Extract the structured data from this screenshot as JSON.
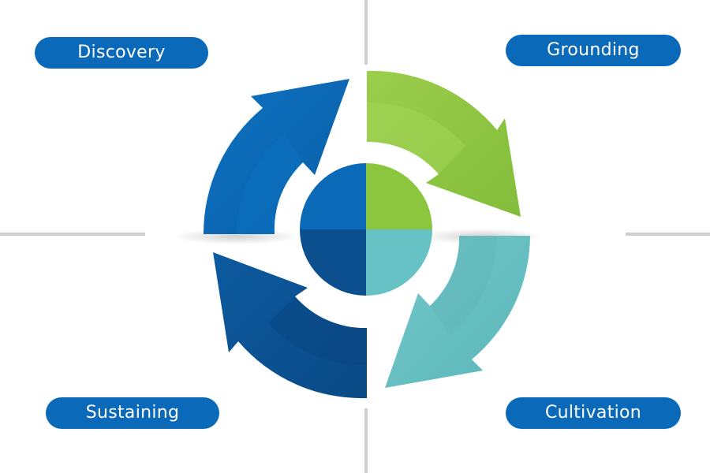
{
  "stages": {
    "discovery": "Discovery",
    "grounding": "Grounding",
    "sustaining": "Sustaining",
    "cultivation": "Cultivation"
  },
  "colors": {
    "pill": "#0a69b9",
    "blue_top": "#0a6ab7",
    "blue_bottom": "#0b4f8f",
    "green": "#8cc63f",
    "teal": "#66c2c4",
    "divider": "#cfcfcf"
  }
}
